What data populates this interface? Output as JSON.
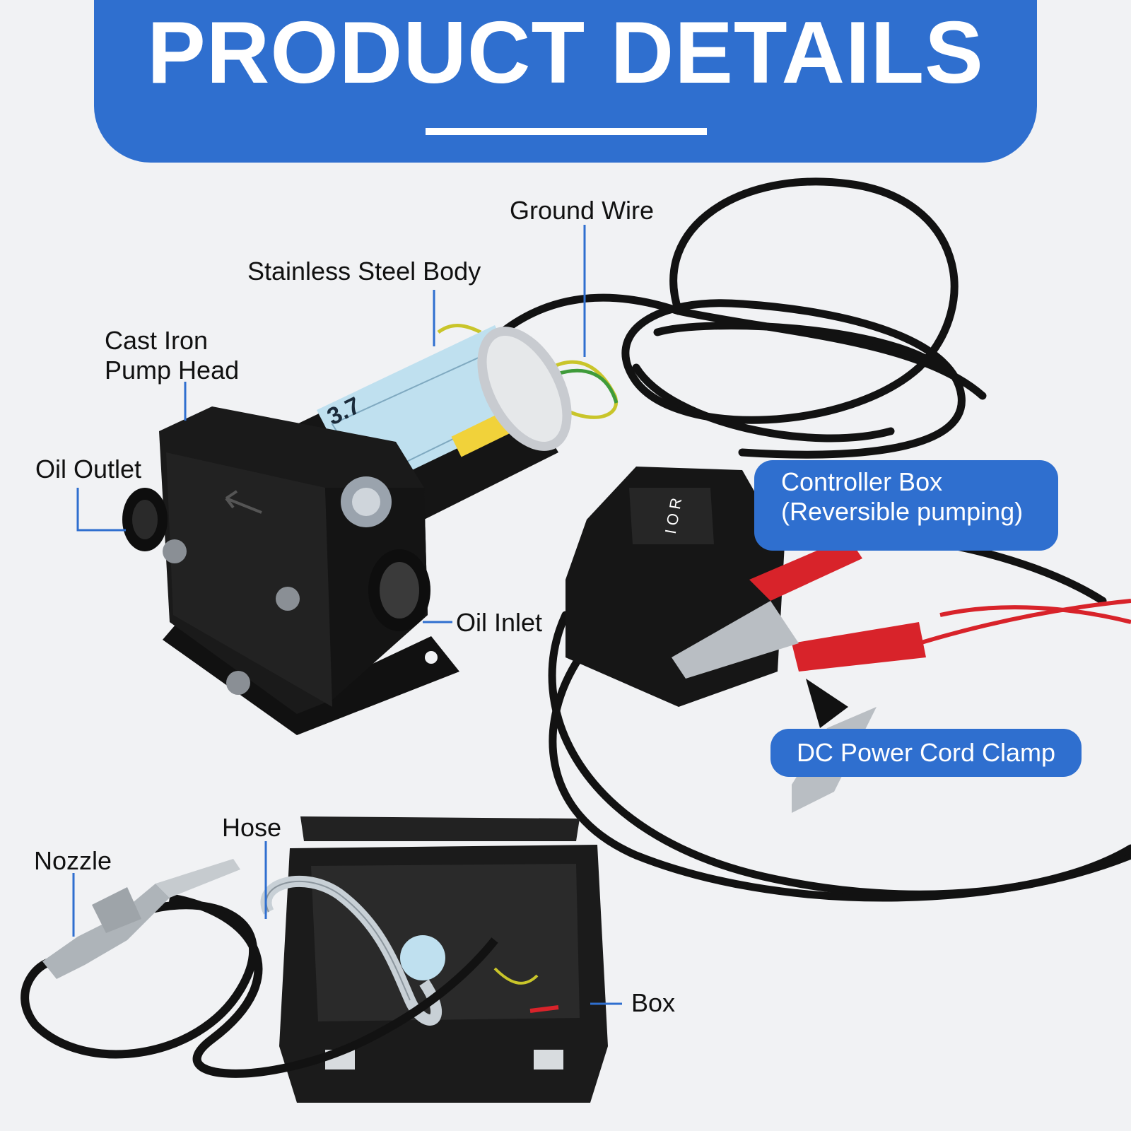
{
  "header": {
    "title": "PRODUCT DETAILS"
  },
  "labels": {
    "ground_wire": "Ground Wire",
    "stainless_body": "Stainless Steel Body",
    "cast_iron_line1": "Cast Iron",
    "cast_iron_line2": "Pump Head",
    "oil_outlet": "Oil Outlet",
    "oil_inlet": "Oil Inlet",
    "controller_line1": "Controller Box",
    "controller_line2": "(Reversible pumping)",
    "dc_clamp": "DC Power Cord Clamp",
    "hose": "Hose",
    "nozzle": "Nozzle",
    "box": "Box"
  },
  "pump_label_text": "3.7",
  "switch_marks": "I O R",
  "colors": {
    "accent": "#2f6fcf",
    "background": "#f1f2f4",
    "clamp_red": "#d8232a",
    "ground_wire_yellow": "#c9c52a",
    "ground_wire_green": "#3f9b3a",
    "pump_label_blue": "#bfe0ef"
  }
}
